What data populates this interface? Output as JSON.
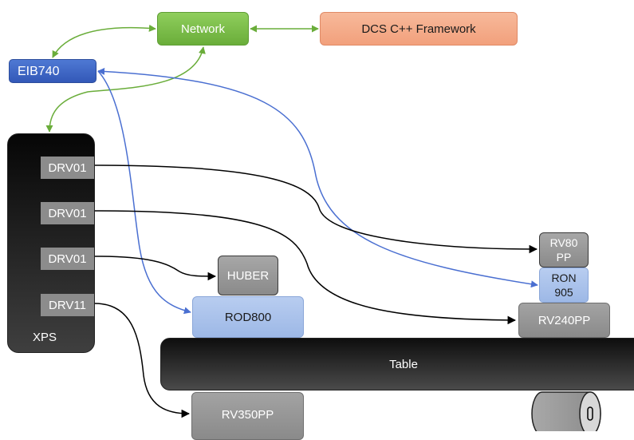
{
  "nodes": {
    "network": "Network",
    "dcs": "DCS C++ Framework",
    "eib": "EIB740",
    "xps": "XPS",
    "drv_1": "DRV01",
    "drv_2": "DRV01",
    "drv_3": "DRV01",
    "drv_4": "DRV11",
    "huber": "HUBER",
    "rod": "ROD800",
    "rv80_line1": "RV80",
    "rv80_line2": "PP",
    "ron_line1": "RON",
    "ron_line2": "905",
    "rv240": "RV240PP",
    "table": "Table",
    "rv350": "RV350PP"
  },
  "colors": {
    "network_link": "#6aad3a",
    "encoder_link": "#4a6fd1",
    "motor_link": "#000000"
  },
  "icons": {
    "motor": "cylinder-motor-icon"
  }
}
